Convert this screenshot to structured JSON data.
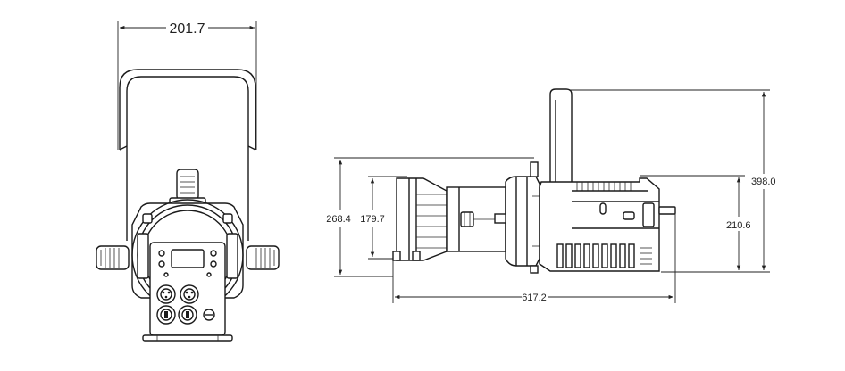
{
  "dimensions": {
    "front_width": "201.7",
    "side_total_height": "398.0",
    "side_body_height": "210.6",
    "side_overall_height": "268.4",
    "side_lens_height": "179.7",
    "side_length": "617.2"
  },
  "colors": {
    "line": "#1a1a1a",
    "background": "#ffffff"
  }
}
